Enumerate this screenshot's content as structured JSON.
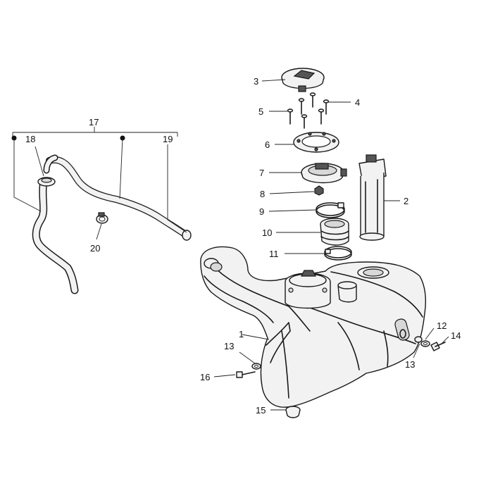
{
  "callouts": [
    {
      "id": "c1",
      "text": "1"
    },
    {
      "id": "c2",
      "text": "2"
    },
    {
      "id": "c3",
      "text": "3"
    },
    {
      "id": "c4",
      "text": "4"
    },
    {
      "id": "c5",
      "text": "5"
    },
    {
      "id": "c6",
      "text": "6"
    },
    {
      "id": "c7",
      "text": "7"
    },
    {
      "id": "c8",
      "text": "8"
    },
    {
      "id": "c9",
      "text": "9"
    },
    {
      "id": "c10",
      "text": "10"
    },
    {
      "id": "c11",
      "text": "11"
    },
    {
      "id": "c12",
      "text": "12"
    },
    {
      "id": "c13a",
      "text": "13"
    },
    {
      "id": "c13b",
      "text": "13"
    },
    {
      "id": "c14",
      "text": "14"
    },
    {
      "id": "c15",
      "text": "15"
    },
    {
      "id": "c16",
      "text": "16"
    },
    {
      "id": "c17",
      "text": "17"
    },
    {
      "id": "c18",
      "text": "18"
    },
    {
      "id": "c19",
      "text": "19"
    },
    {
      "id": "c20",
      "text": "20"
    }
  ]
}
